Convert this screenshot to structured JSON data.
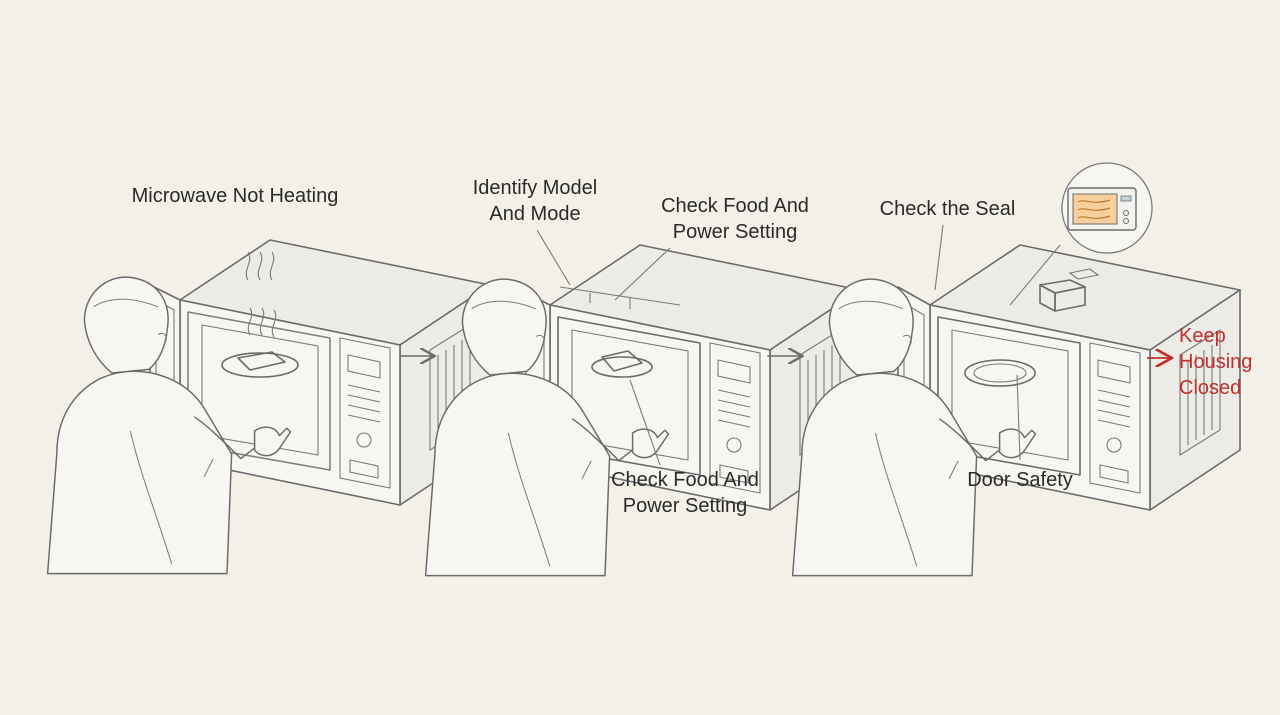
{
  "labels": {
    "step1_title": "Microwave Not Heating",
    "identify": "Identify Model\nAnd Mode",
    "check_food_top": "Check Food And\nPower Setting",
    "check_food_bottom": "Check Food And\nPower Setting",
    "check_seal": "Check the Seal",
    "door_safety": "Door Safety",
    "keep_closed": "Keep\nHousing\nClosed"
  },
  "colors": {
    "background": "#f3f0e8",
    "ink": "#2a2a2a",
    "warning": "#c0312c",
    "heat_glow": "#f6cf9c",
    "food": "#d9a567",
    "glass": "#b9c7db"
  },
  "icons": [
    "person-icon",
    "microwave-icon",
    "steam-icon",
    "arrow-right-icon",
    "component-inset-icon"
  ]
}
